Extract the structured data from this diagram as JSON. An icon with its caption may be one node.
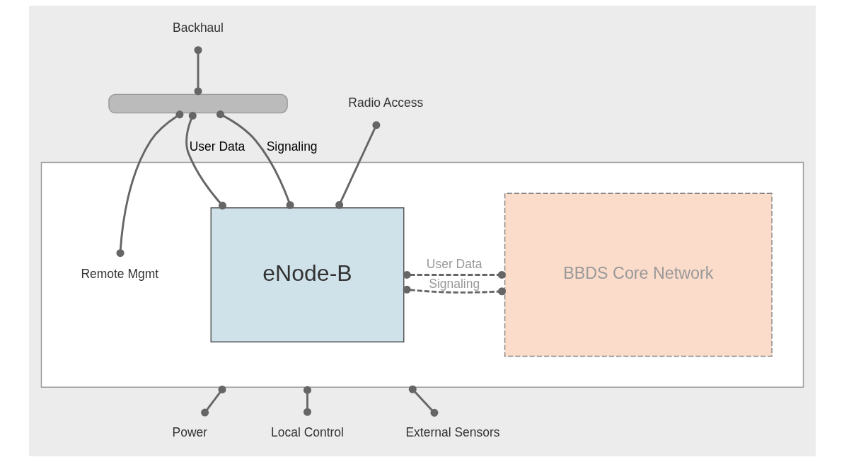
{
  "diagram": {
    "nodes": [
      {
        "text": [],
        "shape": "box"
      },
      {
        "text": [
          "eNode-B"
        ],
        "in": 0
      },
      {
        "text": [
          "BBDS Core Network"
        ],
        "in": 0
      },
      {
        "text": [],
        "shape": "bar"
      },
      {
        "text": [
          "Backhaul"
        ]
      },
      {
        "text": [
          "Remote Mgmt"
        ],
        "in": 0
      },
      {
        "text": [
          "Radio Access"
        ]
      },
      {
        "text": [
          "Power"
        ]
      },
      {
        "text": [
          "Local Control"
        ]
      },
      {
        "text": [
          "External Sensors"
        ]
      }
    ],
    "edges": [
      {
        "from": 4,
        "to": 3,
        "arrow": "other"
      },
      {
        "from": 3,
        "to": 1,
        "arrow": "other",
        "label": "Signaling"
      },
      {
        "from": 3,
        "to": 1,
        "arrow": "other",
        "label": "User Data"
      },
      {
        "from": 3,
        "to": 5,
        "arrow": "other"
      },
      {
        "from": 6,
        "to": 1,
        "arrow": "other"
      },
      {
        "from": 1,
        "to": 2,
        "arrow": "other",
        "label": "User Data",
        "style": "dashed"
      },
      {
        "from": 1,
        "to": 2,
        "arrow": "other",
        "label": "Signaling",
        "style": "dashed"
      },
      {
        "from": 0,
        "to": 7,
        "arrow": "other"
      },
      {
        "from": 0,
        "to": 8,
        "arrow": "other"
      },
      {
        "from": 0,
        "to": 9,
        "arrow": "other"
      }
    ]
  }
}
